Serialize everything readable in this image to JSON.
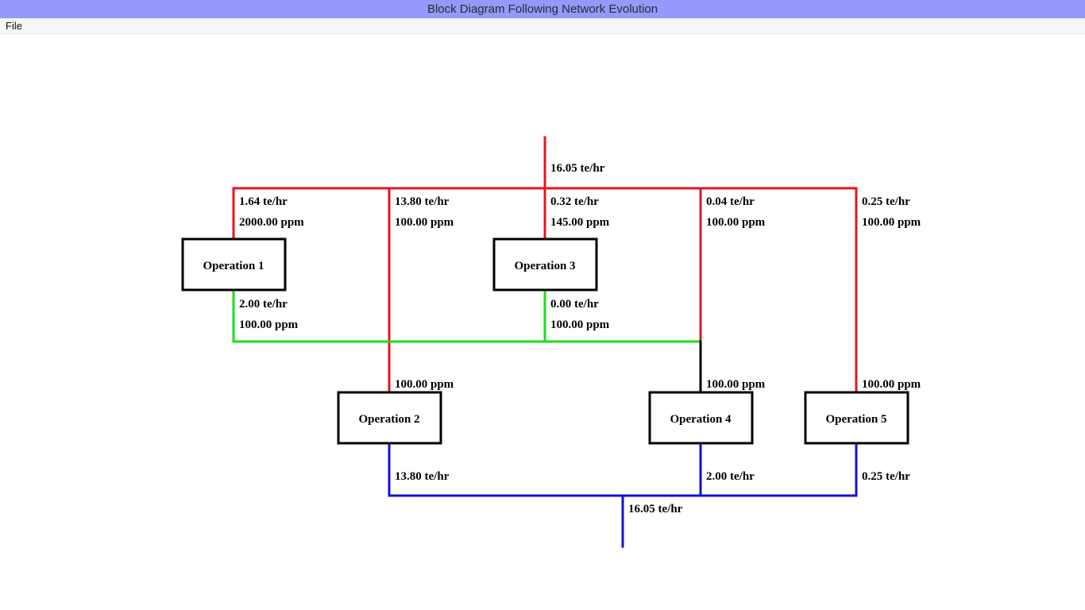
{
  "window": {
    "title": "Block Diagram Following Network Evolution"
  },
  "menu": {
    "file_label": "File"
  },
  "diagram": {
    "colors": {
      "freshwater": "#e8141c",
      "reuse": "#19e019",
      "wastewater": "#1010d6",
      "mixed": "#000000"
    },
    "operations": [
      "Operation 1",
      "Operation 2",
      "Operation 3",
      "Operation 4",
      "Operation 5"
    ],
    "labels": {
      "source_flow": "16.05 te/hr",
      "op1_in_flow": "1.64 te/hr",
      "op1_in_conc": "2000.00 ppm",
      "op2_branch_flow": "13.80 te/hr",
      "op2_branch_conc": "100.00 ppm",
      "op3_in_flow": "0.32 te/hr",
      "op3_in_conc": "145.00 ppm",
      "op4_branch_flow": "0.04 te/hr",
      "op4_branch_conc": "100.00 ppm",
      "op5_branch_flow": "0.25 te/hr",
      "op5_branch_conc": "100.00 ppm",
      "op1_out_flow": "2.00 te/hr",
      "op1_out_conc": "100.00 ppm",
      "op3_out_flow": "0.00 te/hr",
      "op3_out_conc": "100.00 ppm",
      "op2_in_conc": "100.00 ppm",
      "op4_in_conc": "100.00 ppm",
      "op5_in_conc": "100.00 ppm",
      "op2_out_flow": "13.80 te/hr",
      "op4_out_flow": "2.00 te/hr",
      "op5_out_flow": "0.25 te/hr",
      "sink_flow": "16.05 te/hr"
    }
  }
}
